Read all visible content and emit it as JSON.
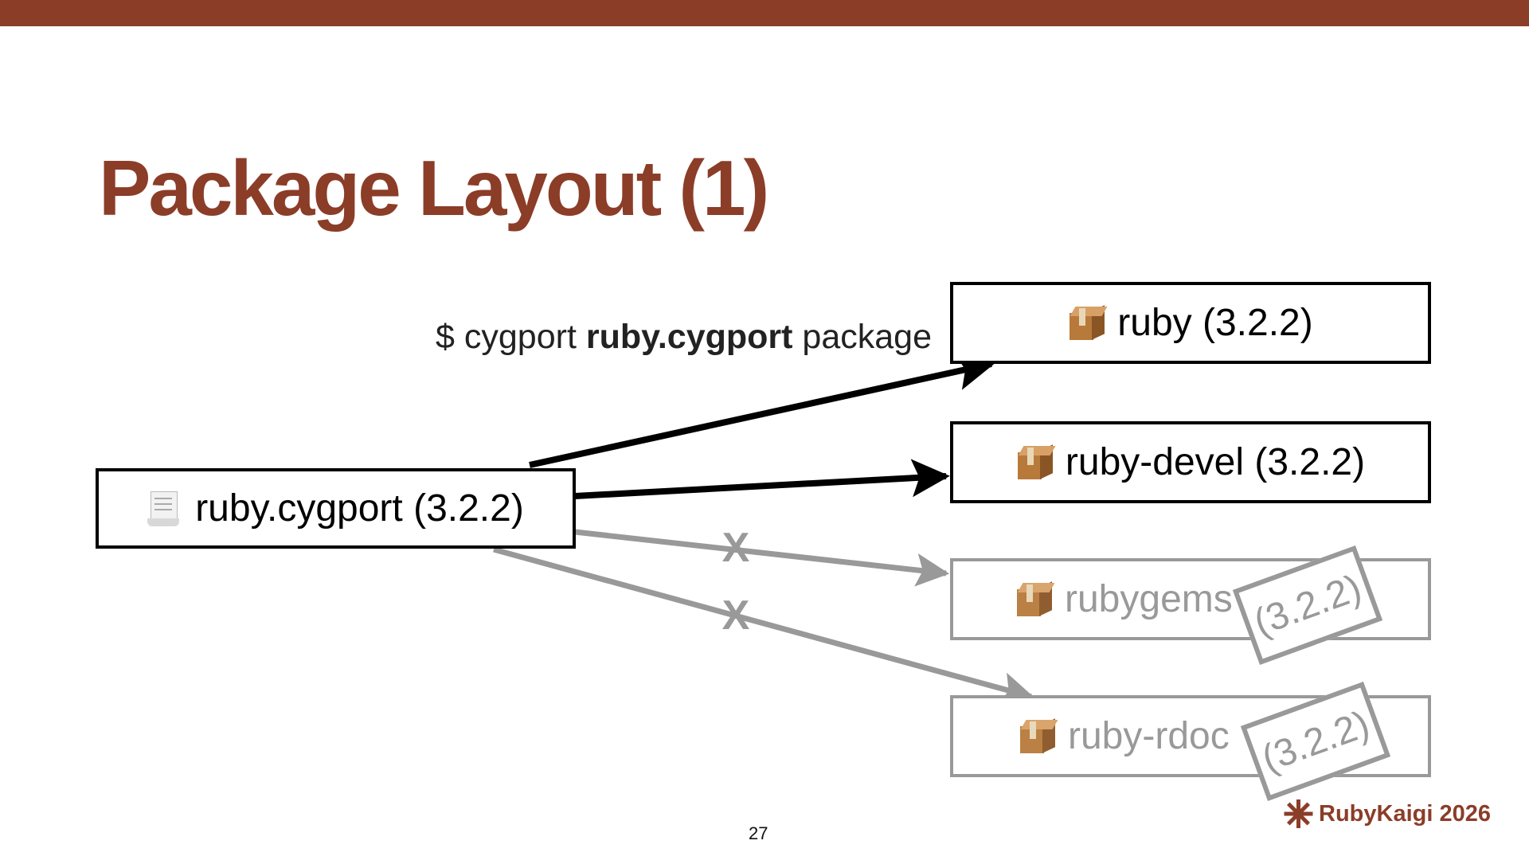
{
  "slide": {
    "title": "Package Layout (1)",
    "page_number": "27",
    "brand": "RubyKaigi 2026",
    "accent_color": "#8b3d28"
  },
  "command": {
    "prefix": "$ cygport ",
    "file": "ruby.cygport",
    "suffix": " package"
  },
  "source": {
    "icon": "scroll-icon",
    "label": "ruby.cygport (3.2.2)"
  },
  "packages": [
    {
      "icon": "package-icon",
      "label": "ruby (3.2.2)",
      "status": "built"
    },
    {
      "icon": "package-icon",
      "label": "ruby-devel (3.2.2)",
      "status": "built"
    },
    {
      "icon": "package-icon",
      "label": "rubygems",
      "stamp": "(3.2.2)",
      "status": "not-built"
    },
    {
      "icon": "package-icon",
      "label": "ruby-rdoc",
      "stamp": "(3.2.2)",
      "status": "not-built"
    }
  ],
  "marks": {
    "blocked": "X"
  },
  "colors": {
    "active": "#000000",
    "inactive": "#999999"
  }
}
